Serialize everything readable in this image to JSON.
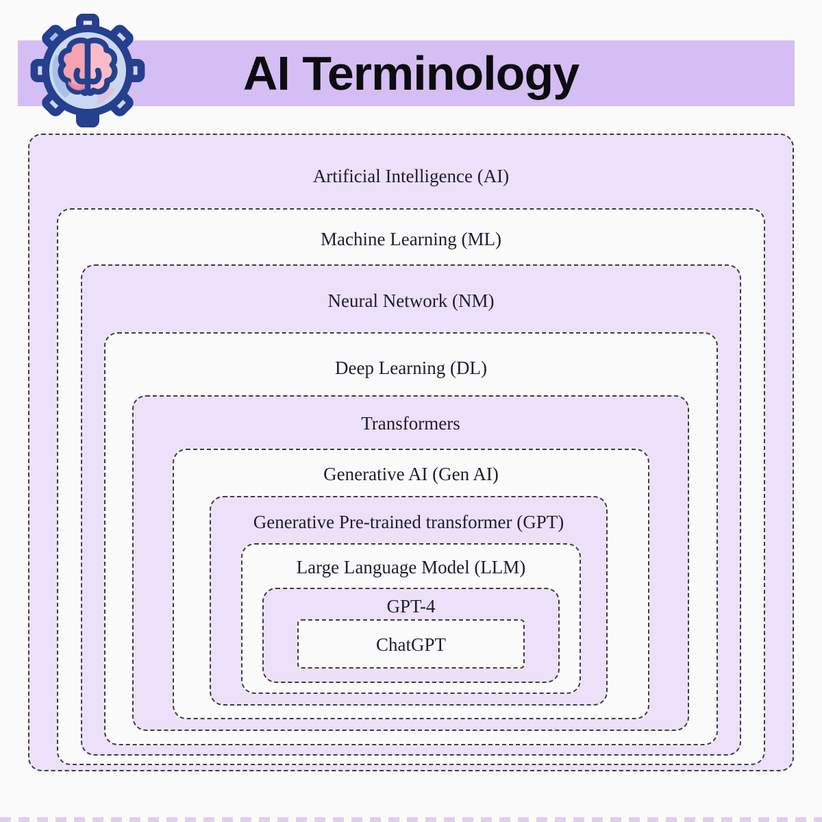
{
  "header": {
    "title": "AI Terminology",
    "band_color": "#d5bef3",
    "icon": "brain-gear-icon"
  },
  "diagram": {
    "border_color": "#3c3c3c",
    "purple_fill": "#ece1f8",
    "white_fill": "#fcfbfc",
    "boxes": [
      {
        "label": "Artificial Intelligence (AI)",
        "fill": "purple"
      },
      {
        "label": "Machine Learning (ML)",
        "fill": "white"
      },
      {
        "label": "Neural Network (NM)",
        "fill": "purple"
      },
      {
        "label": "Deep Learning (DL)",
        "fill": "white"
      },
      {
        "label": "Transformers",
        "fill": "purple"
      },
      {
        "label": "Generative AI (Gen AI)",
        "fill": "white"
      },
      {
        "label": "Generative Pre-trained transformer (GPT)",
        "fill": "purple"
      },
      {
        "label": "Large Language Model (LLM)",
        "fill": "white"
      },
      {
        "label": "GPT-4",
        "fill": "purple"
      },
      {
        "label": "ChatGPT",
        "fill": "white"
      }
    ],
    "icon_colors": {
      "outline": "#24408e",
      "gear_fill": "#ccd7f1",
      "gear_shade": "#a5bbe8",
      "brain_left": "#f5a2b3",
      "brain_right": "#f9bdc9"
    }
  }
}
